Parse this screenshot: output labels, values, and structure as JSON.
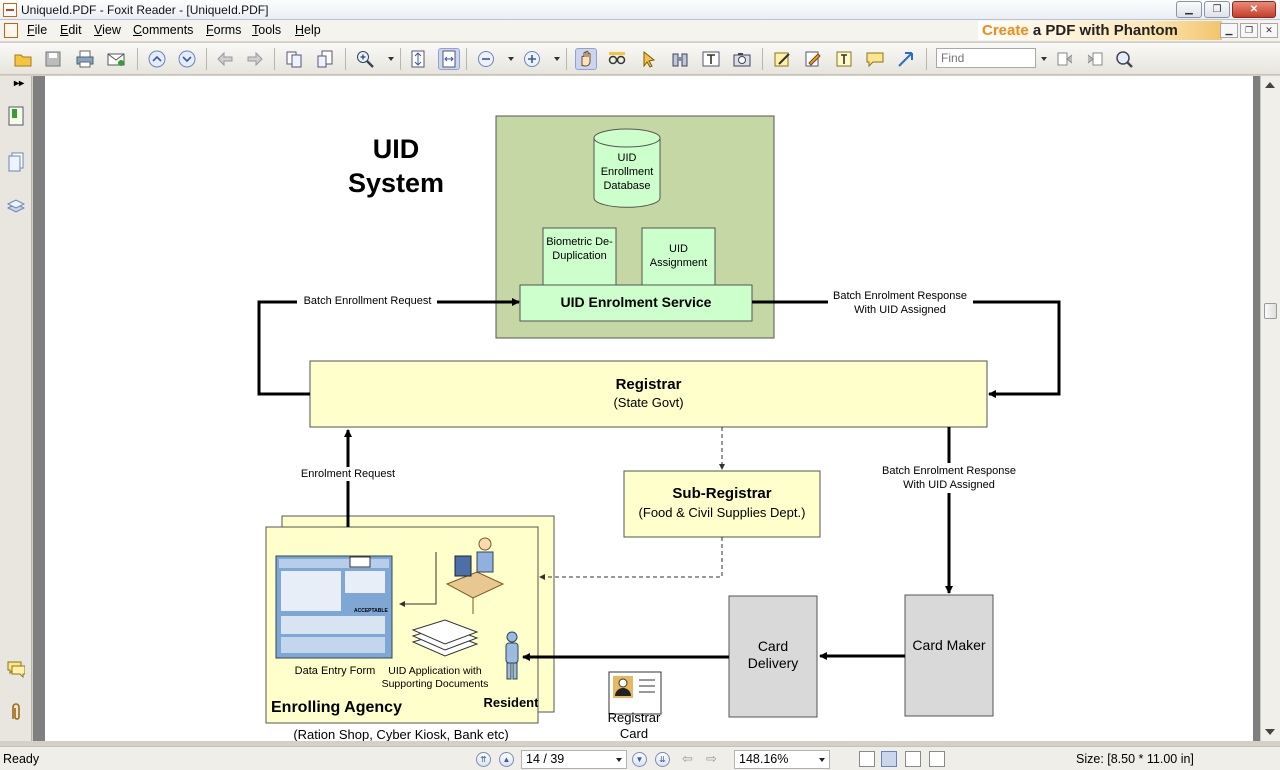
{
  "window": {
    "title": "UniqueId.PDF - Foxit Reader - [UniqueId.PDF]",
    "minimize_label": "▁",
    "restore_label": "❐",
    "close_label": "✕"
  },
  "menu": {
    "items": [
      "File",
      "Edit",
      "View",
      "Comments",
      "Forms",
      "Tools",
      "Help"
    ],
    "mnemonics": [
      "F",
      "E",
      "V",
      "C",
      "F",
      "T",
      "H"
    ]
  },
  "promo": {
    "part1": "Create",
    "part2": " a PDF with Phantom"
  },
  "toolbar": {
    "find_placeholder": "Find",
    "icons": [
      "open-icon",
      "save-icon",
      "print-icon",
      "email-icon",
      "prev-page-icon",
      "next-page-icon",
      "back-icon",
      "forward-icon",
      "zoom-in-tool-icon",
      "fit-page-icon",
      "fit-width-icon",
      "zoom-out-icon",
      "zoom-plus-icon",
      "hand-tool-icon",
      "select-text-icon",
      "select-arrow-icon",
      "find-binoculars-icon",
      "typewriter-icon",
      "snapshot-icon",
      "note-tool-icon",
      "pencil-tool-icon",
      "textbox-tool-icon",
      "comment-tool-icon",
      "arrow-tool-icon",
      "find-prev-icon",
      "find-next-icon",
      "search-icon"
    ]
  },
  "status": {
    "ready": "Ready",
    "page": "14 / 39",
    "zoom": "148.16%",
    "size": "Size: [8.50 * 11.00 in]"
  },
  "diagram": {
    "title_line1": "UID",
    "title_line2": "System",
    "database": "UID Enrollment Database",
    "biometric": "Biometric De-Duplication",
    "assignment": "UID Assignment",
    "enrolment_service": "UID Enrolment Service",
    "batch_request": "Batch  Enrollment Request",
    "batch_response_top": "Batch Enrolment Response With UID Assigned",
    "registrar_title": "Registrar",
    "registrar_sub": "(State Govt)",
    "subregistrar_title": "Sub-Registrar",
    "subregistrar_sub": "(Food & Civil Supplies Dept.)",
    "enrolment_request": "Enrolment Request",
    "batch_response_right": "Batch Enrolment Response With UID Assigned",
    "data_entry_form": "Data Entry Form",
    "uid_application": "UID Application with Supporting Documents",
    "resident": "Resident",
    "enrolling_agency": "Enrolling Agency",
    "enrolling_agency_sub": "(Ration Shop, Cyber Kiosk, Bank etc)",
    "card_delivery": "Card Delivery",
    "card_maker": "Card Maker",
    "registrar_card": "Registrar Card",
    "form_stamp": "ACCEPTABLE"
  },
  "colors": {
    "uid_green_bg": "#c4d7a4",
    "light_green": "#ccffcc",
    "registrar_yellow": "#ffffcc",
    "card_gray": "#d9d9d9"
  }
}
